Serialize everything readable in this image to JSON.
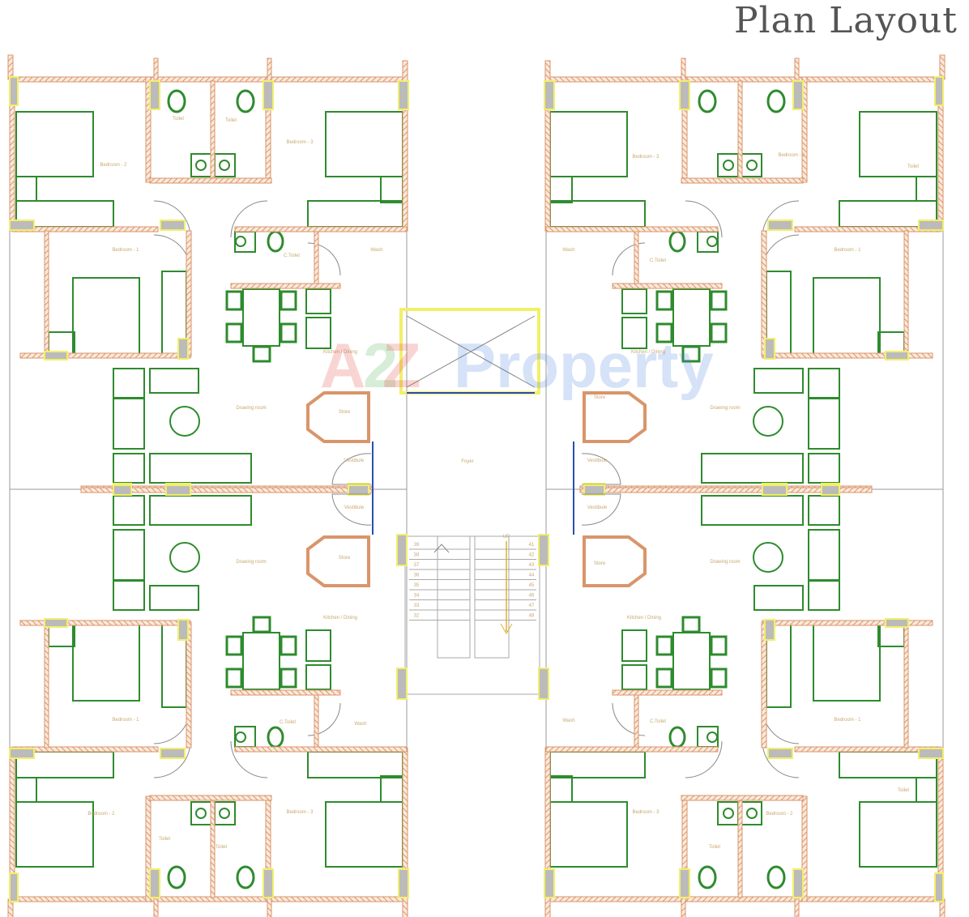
{
  "title": "Plan Layout",
  "watermark": {
    "a": "A",
    "two": "2",
    "z": "Z",
    "word": "Property"
  },
  "rooms": {
    "bedroom2": "Bedroom - 2",
    "bedroom3": "Bedroom - 3",
    "bedroom1": "Bedroom - 1",
    "toilet": "Toilet",
    "ctoilet": "C.Toilet",
    "wash": "Wash",
    "kitchen": "Kitchen / Dining",
    "drawing": "Drawing room",
    "store": "Store",
    "vestibule": "Vestibule",
    "foyer": "Foyer",
    "up": "UP"
  },
  "steps_left": [
    "39",
    "38",
    "37",
    "36",
    "35",
    "34",
    "33",
    "32"
  ],
  "steps_right": [
    "41",
    "42",
    "43",
    "44",
    "45",
    "46",
    "47",
    "48"
  ],
  "colors": {
    "wall": "#d9956a",
    "furniture": "#2e8b2e",
    "column": "#f2ef6a",
    "foyer_edge": "#2a4fb0",
    "label": "#c9a870"
  }
}
